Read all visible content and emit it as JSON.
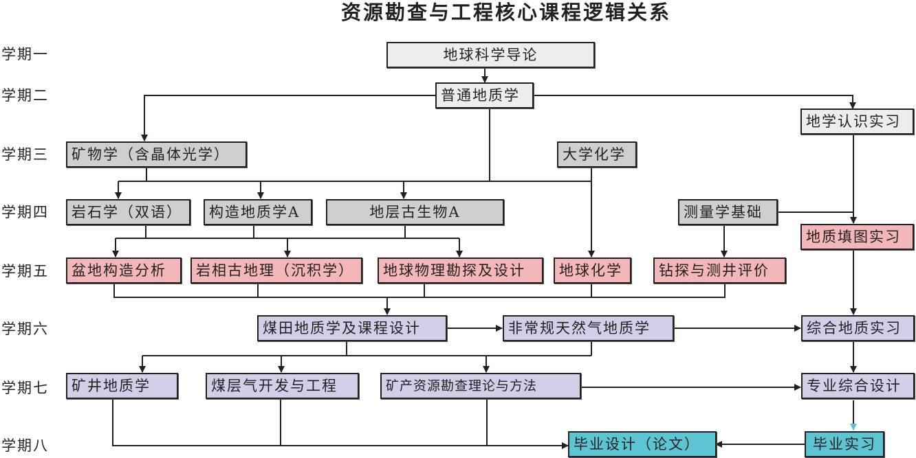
{
  "title": "资源勘查与工程核心课程逻辑关系",
  "colors": {
    "intro": "#ededed",
    "foundation": "#cfcfcf",
    "core": "#f3b7b9",
    "specialty": "#d2d0e8",
    "graduation": "#5cc4d2",
    "line": "#231f20",
    "highlight_arrow": "#5cc4d2"
  },
  "semesters": [
    "学期一",
    "学期二",
    "学期三",
    "学期四",
    "学期五",
    "学期六",
    "学期七",
    "学期八"
  ],
  "courses": {
    "earth_intro": "地球科学导论",
    "general_geology": "普通地质学",
    "geo_cognition_practice": "地学认识实习",
    "mineralogy": "矿物学（含晶体光学）",
    "college_chemistry": "大学化学",
    "petrology": "岩石学（双语）",
    "structural_geology": "构造地质学A",
    "stratigraphy_paleontology": "地层古生物A",
    "surveying": "测量学基础",
    "geo_mapping_practice": "地质填图实习",
    "basin_structure": "盆地构造分析",
    "lithofacies_paleogeography": "岩相古地理（沉积学）",
    "geophysical_prospecting": "地球物理勘探及设计",
    "geochemistry": "地球化学",
    "drilling_logging": "钻探与测井评价",
    "coalfield_geology": "煤田地质学及课程设计",
    "unconventional_gas": "非常规天然气地质学",
    "comprehensive_practice": "综合地质实习",
    "mine_geology": "矿井地质学",
    "cbm_engineering": "煤层气开发与工程",
    "mineral_exploration": "矿产资源勘查理论与方法",
    "professional_design": "专业综合设计",
    "graduation_thesis": "毕业设计（论文）",
    "graduation_internship": "毕业实习"
  }
}
